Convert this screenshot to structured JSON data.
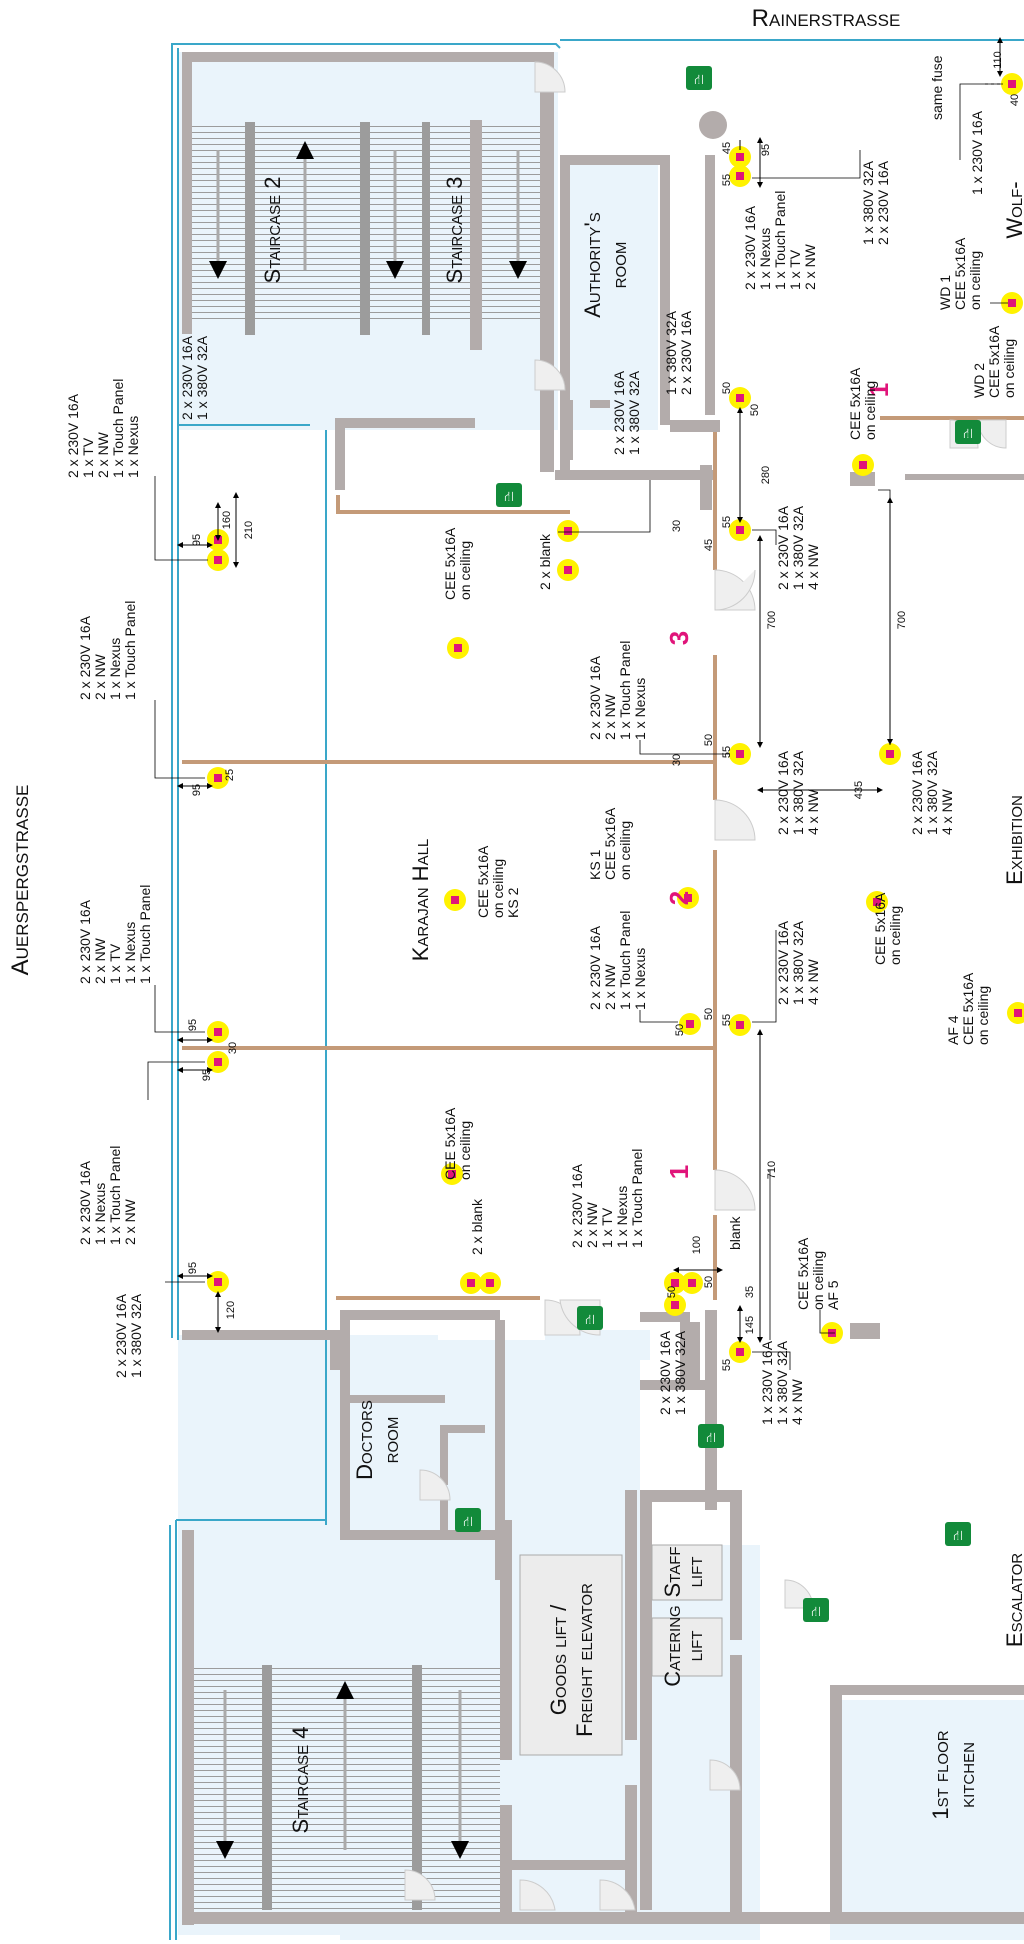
{
  "streets": {
    "top": "Rainerstrasse",
    "left": "Auerspergstrasse"
  },
  "rooms": {
    "staircase2": "Staircase 2",
    "staircase3": "Staircase 3",
    "staircase4": "Staircase 4",
    "authority1": "Authority's",
    "authority2": "room",
    "karajan": "Karajan Hall",
    "doctors1": "Doctors",
    "doctors2": "room",
    "goods1": "Goods lift /",
    "goods2": "Freight elevator",
    "staff1": "Staff",
    "staff2": "lift",
    "catering1": "Catering",
    "catering2": "lift",
    "kitchen1": "1st floor",
    "kitchen2": "kitchen",
    "exhibition": "Exhibition",
    "wolf": "Wolf-",
    "escalator": "Escalator"
  },
  "section_numbers": {
    "one": "1",
    "two": "2",
    "three": "3",
    "right": "1"
  },
  "labels": {
    "a1": [
      "2 x 230V 16A",
      "1 x TV",
      "2 x NW",
      "1 x Touch Panel",
      "1 x Nexus"
    ],
    "a2": [
      "2 x 230V 16A",
      "2 x NW",
      "1 x Nexus",
      "1 x Touch Panel"
    ],
    "a3": [
      "2 x 230V 16A",
      "2 x NW",
      "1 x TV",
      "1 x Nexus",
      "1 x Touch Panel"
    ],
    "a4": [
      "2 x 230V 16A",
      "1 x Nexus",
      "1 x Touch Panel",
      "2 x NW"
    ],
    "a5": [
      "2 x 230V 16A",
      "1 x 380V 32A"
    ],
    "a6": [
      "2 x 230V 16A",
      "1 x 380V 32A"
    ],
    "b1": [
      "CEE 5x16A",
      "on ceiling"
    ],
    "b2": [
      "CEE 5x16A",
      "on ceiling",
      "KS 2"
    ],
    "b3": [
      "CEE 5x16A",
      "on ceiling"
    ],
    "b4": [
      "2 x blank"
    ],
    "b5": [
      "2 x blank"
    ],
    "c1": [
      "2 x 230V 16A",
      "1 x 380V 32A"
    ],
    "c2": [
      "1 x 380V 32A",
      "2 x 230V 16A"
    ],
    "c3": [
      "2 x 230V 16A",
      "2 x NW",
      "1 x Touch Panel",
      "1 x Nexus"
    ],
    "c4": [
      "KS 1",
      "CEE 5x16A",
      "on ceiling"
    ],
    "c5": [
      "2 x 230V 16A",
      "2 x NW",
      "1 x Touch Panel",
      "1 x Nexus"
    ],
    "c6": [
      "2 x 230V 16A",
      "2 x NW",
      "1 x TV",
      "1 x Nexus",
      "1 x Touch Panel"
    ],
    "c7": [
      "2 x 230V 16A",
      "1 x 380V 32A"
    ],
    "d1": [
      "2 x 230V 16A",
      "1 x Nexus",
      "1 x Touch Panel",
      "1 x TV",
      "2 x NW"
    ],
    "d2": [
      "1 x 380V 32A",
      "2 x 230V 16A"
    ],
    "d3": [
      "2 x 230V 16A",
      "1 x 380V 32A",
      "4 x NW"
    ],
    "d4": [
      "2 x 230V 16A",
      "1 x 380V 32A",
      "4 x NW"
    ],
    "d5": [
      "2 x 230V 16A",
      "1 x 380V 32A",
      "4 x NW"
    ],
    "d6": [
      "blank"
    ],
    "d7": [
      "CEE 5x16A",
      "on ceiling",
      "AF 5"
    ],
    "d8": [
      "1 x 230V 16A",
      "1 x 380V 32A",
      "4 x NW"
    ],
    "e1": [
      "CEE 5x16A",
      "on ceiling"
    ],
    "e2": [
      "CEE 5x16A",
      "on ceiling"
    ],
    "e3": [
      "2 x 230V 16A",
      "1 x 380V 32A",
      "4 x NW"
    ],
    "e4": [
      "AF 4",
      "CEE 5x16A",
      "on ceiling"
    ],
    "f1": [
      "1 x 230V 16A"
    ],
    "f2": [
      "same fuse"
    ],
    "f3": [
      "WD 1",
      "CEE 5x16A",
      "on ceiling"
    ],
    "f4": [
      "WD 2",
      "CEE 5x16A",
      "on ceiling"
    ]
  },
  "dims": {
    "d95a": "95",
    "d160": "160",
    "d210": "210",
    "d95b": "95",
    "d25": "25",
    "d95c": "95",
    "d30a": "30",
    "d95d": "95",
    "d95e": "95",
    "d120": "120",
    "d45a": "45",
    "d55a": "55",
    "d95f": "95",
    "d50a": "50",
    "d50b": "50",
    "d280": "280",
    "d30b": "30",
    "d45b": "45",
    "d55b": "55",
    "d700a": "700",
    "d700b": "700",
    "d30c": "30",
    "d50c": "50",
    "d55c": "55",
    "d435": "435",
    "d50d": "50",
    "d50e": "50",
    "d55d": "55",
    "d710": "710",
    "d100": "100",
    "d50f": "50",
    "d50g": "50",
    "d35": "35",
    "d145": "145",
    "d55e": "55",
    "d110": "110",
    "d40": "40"
  },
  "colors": {
    "wall": "#b3acab",
    "room_fill": "#eaf4fb",
    "glass": "#3aa7c9",
    "partition": "#c49a78",
    "outlet": "#fff200",
    "outlet_core": "#e0147a",
    "exit": "#128a3a",
    "section": "#e0147a"
  }
}
